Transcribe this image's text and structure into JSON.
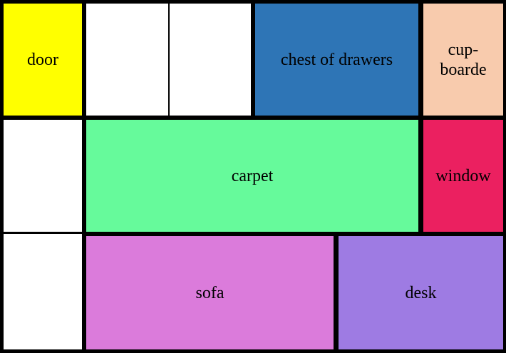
{
  "rooms": {
    "door": {
      "label": "door",
      "color": "#FFFF00"
    },
    "top_blank_left": {
      "label": "",
      "color": "#FFFFFF"
    },
    "top_blank_right": {
      "label": "",
      "color": "#FFFFFF"
    },
    "chest": {
      "label": "chest of drawers",
      "color": "#2E75B6"
    },
    "cupboard": {
      "label": "cup-\nboarde",
      "color": "#F8CBAD"
    },
    "left_blank_top": {
      "label": "",
      "color": "#FFFFFF"
    },
    "left_blank_bottom": {
      "label": "",
      "color": "#FFFFFF"
    },
    "carpet": {
      "label": "carpet",
      "color": "#66FA9B"
    },
    "window": {
      "label": "window",
      "color": "#EB2060"
    },
    "sofa": {
      "label": "sofa",
      "color": "#DB7BDB"
    },
    "desk": {
      "label": "desk",
      "color": "#9E7BE3"
    }
  }
}
